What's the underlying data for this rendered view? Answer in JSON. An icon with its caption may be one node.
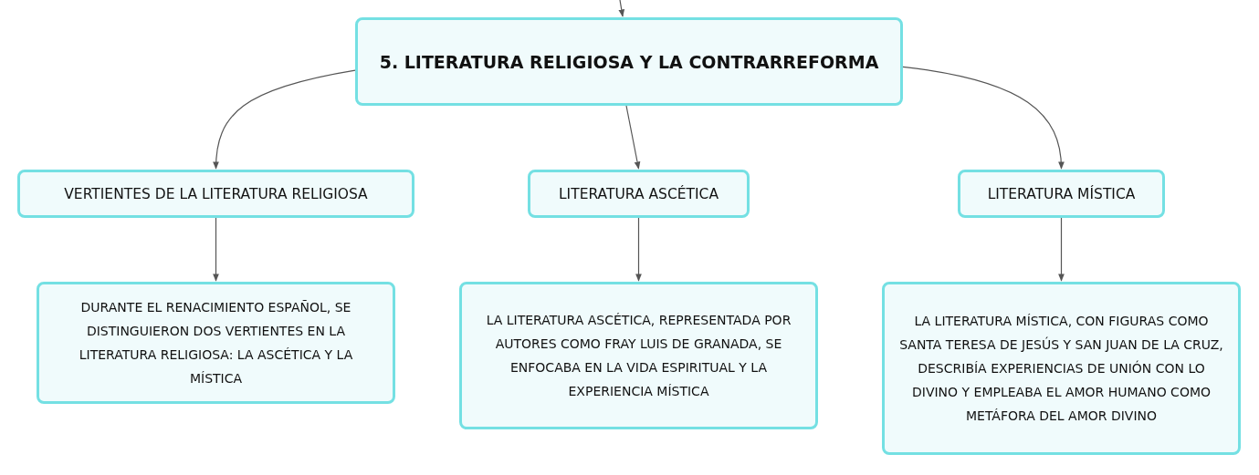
{
  "diagram": {
    "nodes": [
      {
        "text": [
          "5. LITERATURA RELIGIOSA Y LA CONTRARREFORMA"
        ]
      },
      {
        "text": [
          "VERTIENTES DE LA LITERATURA RELIGIOSA"
        ]
      },
      {
        "text": [
          "LITERATURA ASCÉTICA"
        ]
      },
      {
        "text": [
          "LITERATURA MÍSTICA"
        ]
      },
      {
        "text": [
          "DURANTE EL RENACIMIENTO ESPAÑOL, SE DISTINGUIERON DOS VERTIENTES EN LA LITERATURA RELIGIOSA: LA ASCÉTICA Y LA MÍSTICA"
        ]
      },
      {
        "text": [
          "LA LITERATURA ASCÉTICA, REPRESENTADA POR AUTORES COMO FRAY LUIS DE GRANADA, SE ENFOCABA EN LA VIDA ESPIRITUAL Y LA EXPERIENCIA MÍSTICA"
        ]
      },
      {
        "text": [
          "LA LITERATURA MÍSTICA, CON FIGURAS COMO SANTA TERESA DE JESÚS Y SAN JUAN DE LA CRUZ, DESCRIBÍA EXPERIENCIAS DE UNIÓN CON LO DIVINO Y EMPLEABA EL AMOR HUMANO COMO METÁFORA DEL AMOR DIVINO"
        ]
      }
    ],
    "edges": [
      {
        "from": null,
        "to": 0,
        "arrow": "to"
      },
      {
        "from": 0,
        "to": 1,
        "arrow": "to"
      },
      {
        "from": 0,
        "to": 2,
        "arrow": "to"
      },
      {
        "from": 0,
        "to": 3,
        "arrow": "to"
      },
      {
        "from": 1,
        "to": 4,
        "arrow": "to"
      },
      {
        "from": 2,
        "to": 5,
        "arrow": "to"
      },
      {
        "from": 3,
        "to": 6,
        "arrow": "to"
      }
    ]
  }
}
